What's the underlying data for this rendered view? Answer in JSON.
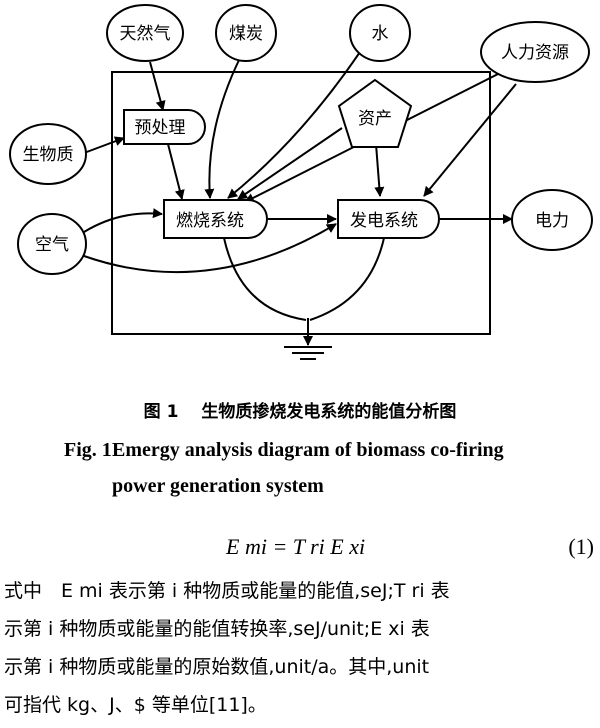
{
  "diagram": {
    "nodes": {
      "natural_gas": "天然气",
      "coal": "煤炭",
      "water": "水",
      "human_resources": "人力资源",
      "biomass": "生物质",
      "preprocessing": "预处理",
      "assets": "资产",
      "air": "空气",
      "combustion_system": "燃烧系统",
      "power_generation_system": "发电系统",
      "electricity": "电力"
    }
  },
  "caption": {
    "cn": "图 1　 生物质掺烧发电系统的能值分析图",
    "en_label": "Fig. 1",
    "en_line1": "Emergy analysis diagram of biomass co-firing",
    "en_line2": "power generation system"
  },
  "equation": {
    "expression": "E mi = T ri E xi",
    "number": "(1)"
  },
  "body": {
    "line1": "式中　E mi 表示第 i 种物质或能量的能值,seJ;T ri 表",
    "line2": "示第 i 种物质或能量的能值转换率,seJ/unit;E xi 表",
    "line3": "示第 i 种物质或能量的原始数值,unit/a。其中,unit",
    "line4": "可指代 kg、J、$ 等单位[11]。"
  }
}
